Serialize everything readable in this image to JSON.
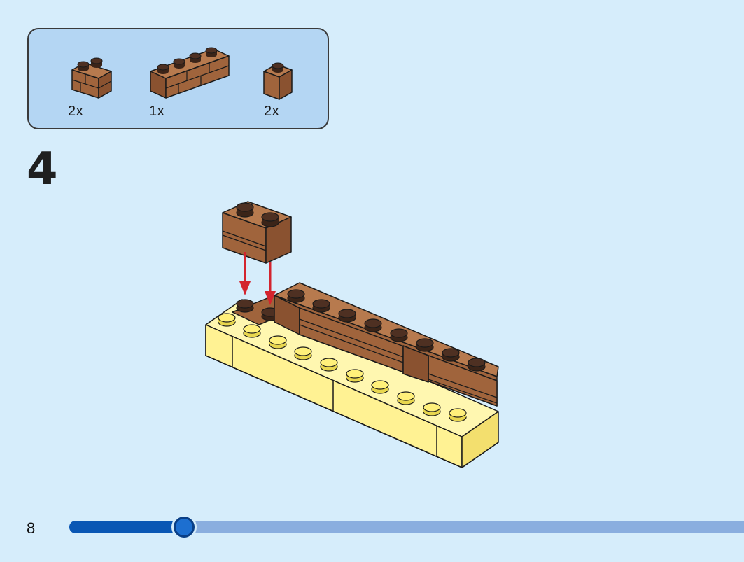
{
  "parts": [
    {
      "name": "brick-1x2-masonry",
      "qty": "2x"
    },
    {
      "name": "brick-1x4-masonry",
      "qty": "1x"
    },
    {
      "name": "brick-1x1",
      "qty": "2x"
    }
  ],
  "step": {
    "number": "4"
  },
  "colors": {
    "brown": "#a0643c",
    "yellow": "#fff293",
    "background": "#d6edfb",
    "parts_box": "#b4d6f3",
    "arrow": "#d3242e",
    "progress_fill": "#0a57b4",
    "progress_track": "#8aaedf"
  },
  "footer": {
    "page_number": "8",
    "progress": 0.17
  }
}
